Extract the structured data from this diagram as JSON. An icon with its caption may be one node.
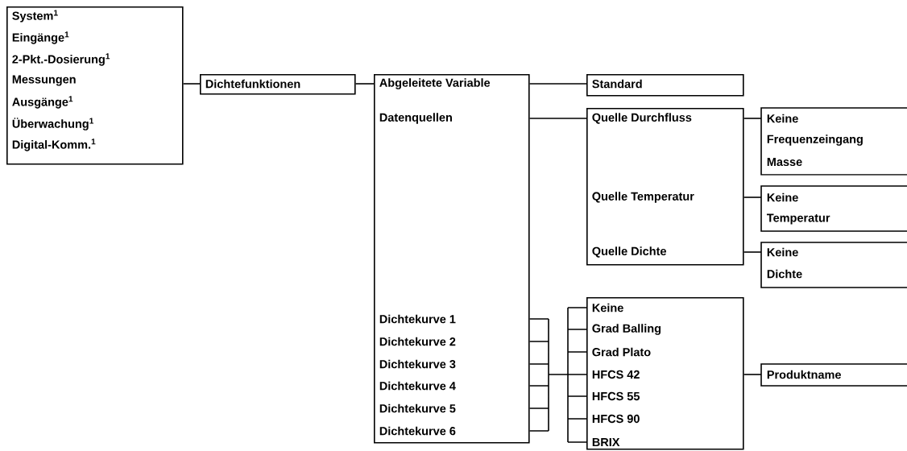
{
  "diagram": {
    "nodes": [
      {
        "text": [
          "System$^{1}$",
          "Eingänge$^{1}$",
          "2-Pkt.-Dosierung$^{1}$",
          "Messungen",
          "Ausgänge$^{1}$",
          "Überwachung$^{1}$",
          "Digital-Komm.$^{1}$"
        ]
      },
      {
        "text": [
          "Dichtefunktionen"
        ]
      },
      {
        "text": [
          "Abgeleitete Variable",
          "Datenquellen",
          "Dichtekurve 1",
          "Dichtekurve 2",
          "Dichtekurve 3",
          "Dichtekurve 4",
          "Dichtekurve 5",
          "Dichtekurve 6"
        ]
      },
      {
        "text": [
          "Standard"
        ]
      },
      {
        "text": [
          "Quelle Durchfluss",
          "Quelle Temperatur",
          "Quelle Dichte"
        ]
      },
      {
        "text": [
          "Keine",
          "Frequenzeingang",
          "Masse"
        ]
      },
      {
        "text": [
          "Keine",
          "Temperatur"
        ]
      },
      {
        "text": [
          "Keine",
          "Dichte"
        ]
      },
      {
        "text": [
          "Keine",
          "Grad Balling",
          "Grad Plato",
          "HFCS 42",
          "HFCS 55",
          "HFCS 90",
          "BRIX"
        ]
      },
      {
        "text": [
          "Produktname"
        ]
      }
    ],
    "edges": [
      {
        "from": 0,
        "to": 1,
        "arrow": "none"
      },
      {
        "from": 1,
        "to": 2,
        "arrow": "none"
      },
      {
        "from": 2,
        "to": 3,
        "arrow": "none"
      },
      {
        "from": 2,
        "to": 4,
        "arrow": "none"
      },
      {
        "from": 4,
        "to": 5,
        "arrow": "none"
      },
      {
        "from": 4,
        "to": 6,
        "arrow": "none"
      },
      {
        "from": 4,
        "to": 7,
        "arrow": "none"
      },
      {
        "from": 2,
        "to": 8,
        "arrow": "none"
      },
      {
        "from": 8,
        "to": 9,
        "arrow": "none"
      }
    ]
  }
}
